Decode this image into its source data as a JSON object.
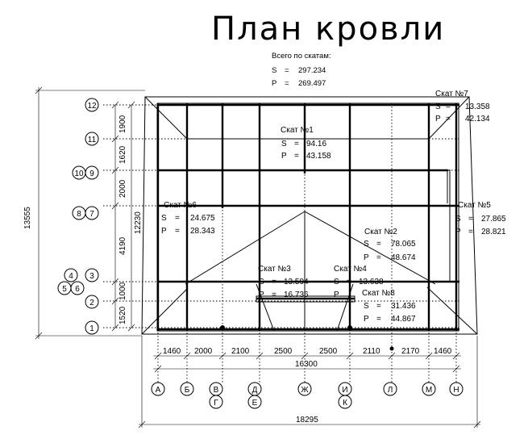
{
  "title": "План кровли",
  "total": {
    "label": "Всего по скатам:",
    "s_label": "S",
    "s_value": "297.234",
    "p_label": "P",
    "p_value": "269.497"
  },
  "slopes": [
    {
      "name": "Скат №1",
      "s": "94.16",
      "p": "43.158"
    },
    {
      "name": "Скат №2",
      "s": "78.065",
      "p": "48.674"
    },
    {
      "name": "Скат №3",
      "s": "13.594",
      "p": "16.736"
    },
    {
      "name": "Скат №4",
      "s": "13.638",
      "p": ""
    },
    {
      "name": "Скат №5",
      "s": "27.865",
      "p": "28.821"
    },
    {
      "name": "Скат №6",
      "s": "24.675",
      "p": "28.343"
    },
    {
      "name": "Скат №7",
      "s": "13.358",
      "p": "42.134"
    },
    {
      "name": "Скат №8",
      "s": "31.436",
      "p": "44.867"
    }
  ],
  "axes_letters": {
    "top_row": [
      "А",
      "Б",
      "В",
      "Д",
      "Ж",
      "И",
      "Л",
      "М",
      "Н"
    ],
    "bottom_row": [
      "Г",
      "Е",
      "К"
    ]
  },
  "axes_numbers": [
    "12",
    "11",
    "10",
    "9",
    "8",
    "7",
    "4",
    "3",
    "5",
    "6",
    "2",
    "1"
  ],
  "dims_horizontal": [
    "1460",
    "2000",
    "2100",
    "2500",
    "2500",
    "2110",
    "2170",
    "1460"
  ],
  "dims_horizontal_total": "16300",
  "dims_horizontal_overall": "18295",
  "dims_vertical": [
    "1900",
    "1620",
    "2000",
    "4190",
    "1000",
    "1520"
  ],
  "dims_vertical_sub": "12230",
  "dims_vertical_total": "13555",
  "eq": "="
}
